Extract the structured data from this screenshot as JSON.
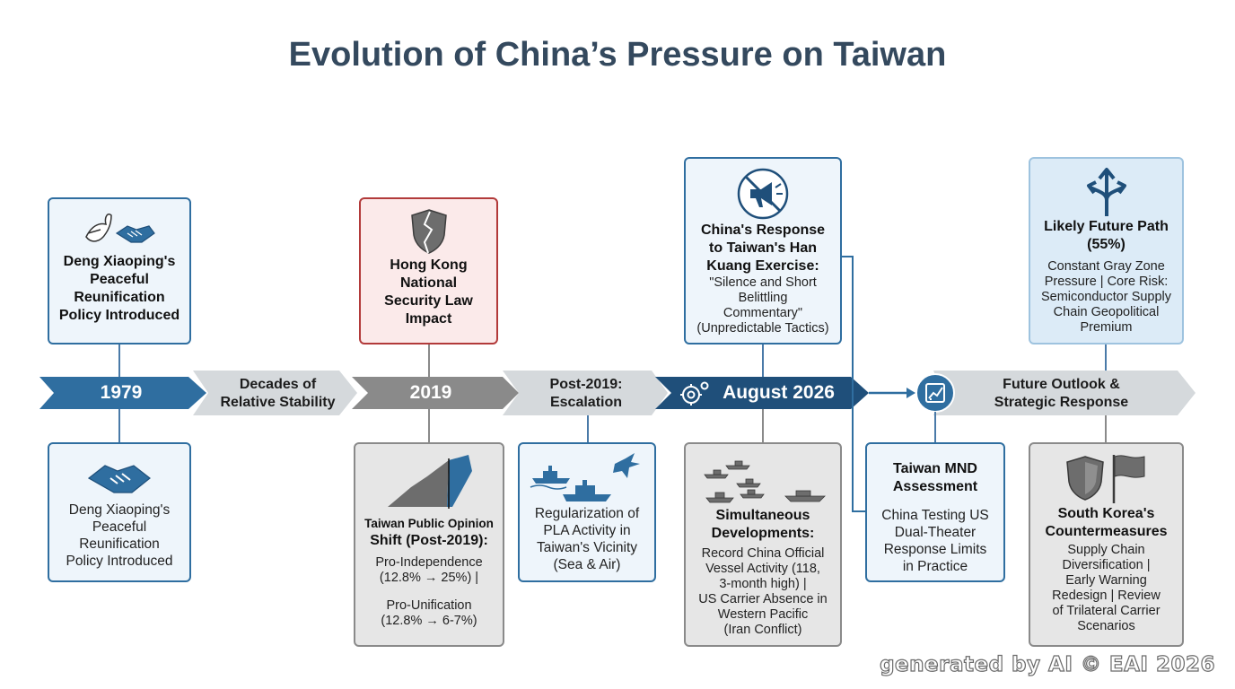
{
  "title": "Evolution of China’s Pressure on Taiwan",
  "timeline": {
    "seg_1979": "1979",
    "seg_stability": [
      "Decades of",
      "Relative Stability"
    ],
    "seg_2019": "2019",
    "seg_post2019": [
      "Post-2019:",
      "Escalation"
    ],
    "seg_aug2026": "August 2026",
    "seg_future": [
      "Future Outlook &",
      "Strategic Response"
    ]
  },
  "cards": {
    "deng_top": [
      "Deng Xiaoping's",
      "Peaceful",
      "Reunification",
      "Policy Introduced"
    ],
    "deng_bottom": [
      "Deng Xiaoping's",
      "Peaceful",
      "Reunification",
      "Policy Introduced"
    ],
    "hongkong": [
      "Hong Kong",
      "National",
      "Security Law",
      "Impact"
    ],
    "opinion_heading": [
      "Taiwan Public Opinion",
      "Shift (Post-2019):"
    ],
    "opinion_body": [
      "Pro-Independence",
      "(12.8% → 25%) |",
      "Pro-Unification",
      "(12.8% → 6-7%)"
    ],
    "pla": [
      "Regularization of",
      "PLA Activity in",
      "Taiwan's Vicinity",
      "(Sea & Air)"
    ],
    "response_heading": [
      "China's Response",
      "to Taiwan's Han",
      "Kuang Exercise:"
    ],
    "response_body": [
      "\"Silence and Short",
      "Belittling",
      "Commentary\"",
      "(Unpredictable Tactics)"
    ],
    "simul_heading": [
      "Simultaneous",
      "Developments:"
    ],
    "simul_body": [
      "Record China Official",
      "Vessel Activity (118,",
      "3-month high) |",
      "US Carrier Absence in",
      "Western Pacific",
      "(Iran Conflict)"
    ],
    "mnd_heading": [
      "Taiwan MND",
      "Assessment"
    ],
    "mnd_body": [
      "China Testing US",
      "Dual-Theater",
      "Response Limits",
      "in Practice"
    ],
    "future_heading": [
      "Likely Future Path",
      "(55%)"
    ],
    "future_body": [
      "Constant Gray Zone",
      "Pressure | Core Risk:",
      "Semiconductor Supply",
      "Chain Geopolitical",
      "Premium"
    ],
    "korea_heading": [
      "South Korea's",
      "Countermeasures"
    ],
    "korea_body": [
      "Supply Chain",
      "Diversification |",
      "Early Warning",
      "Redesign | Review",
      "of Trilateral Carrier",
      "Scenarios"
    ]
  },
  "icons": [
    "dove-icon",
    "handshake-icon",
    "broken-shield-icon",
    "muted-megaphone-icon",
    "split-arrow-icon",
    "taiwan-map-icon",
    "ships-jet-icon",
    "fleet-icon",
    "shield-flag-icon",
    "gear-icon",
    "trend-chart-icon"
  ],
  "colors": {
    "primary_blue": "#2f6ea0",
    "dark_blue": "#1f4f7a",
    "grey": "#8a8a8a",
    "light_grey": "#d5d9dc",
    "red": "#b23a3a"
  },
  "watermark": "generated by AI © EAI 2026"
}
